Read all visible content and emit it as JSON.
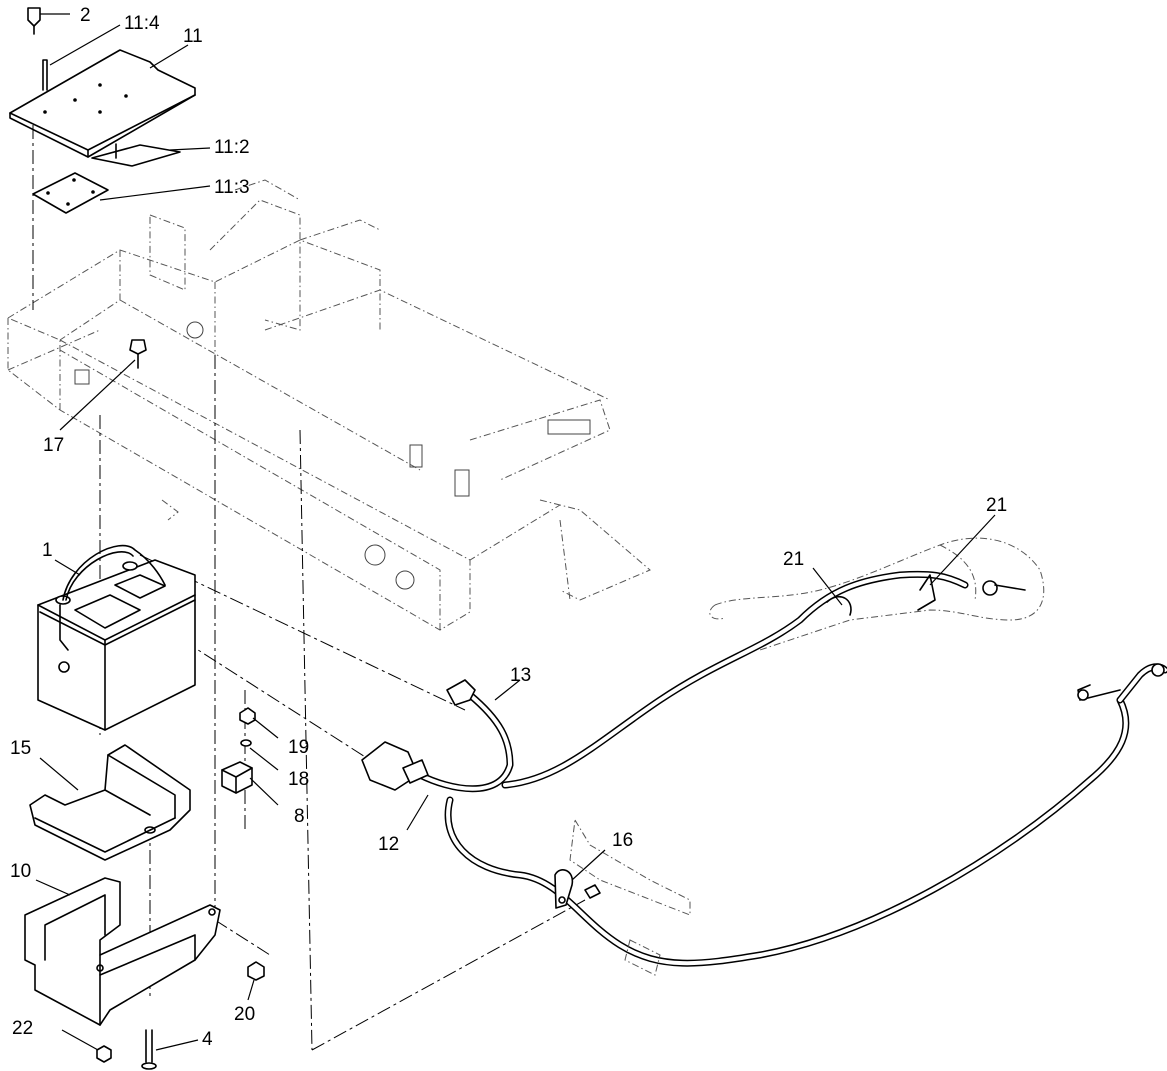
{
  "callouts": {
    "c1": "1",
    "c2": "2",
    "c4": "4",
    "c8": "8",
    "c10": "10",
    "c11": "11",
    "c11_2": "11:2",
    "c11_3": "11:3",
    "c11_4": "11:4",
    "c12": "12",
    "c13": "13",
    "c15": "15",
    "c16": "16",
    "c17": "17",
    "c18": "18",
    "c19": "19",
    "c20": "20",
    "c21a": "21",
    "c21b": "21",
    "c22": "22"
  }
}
